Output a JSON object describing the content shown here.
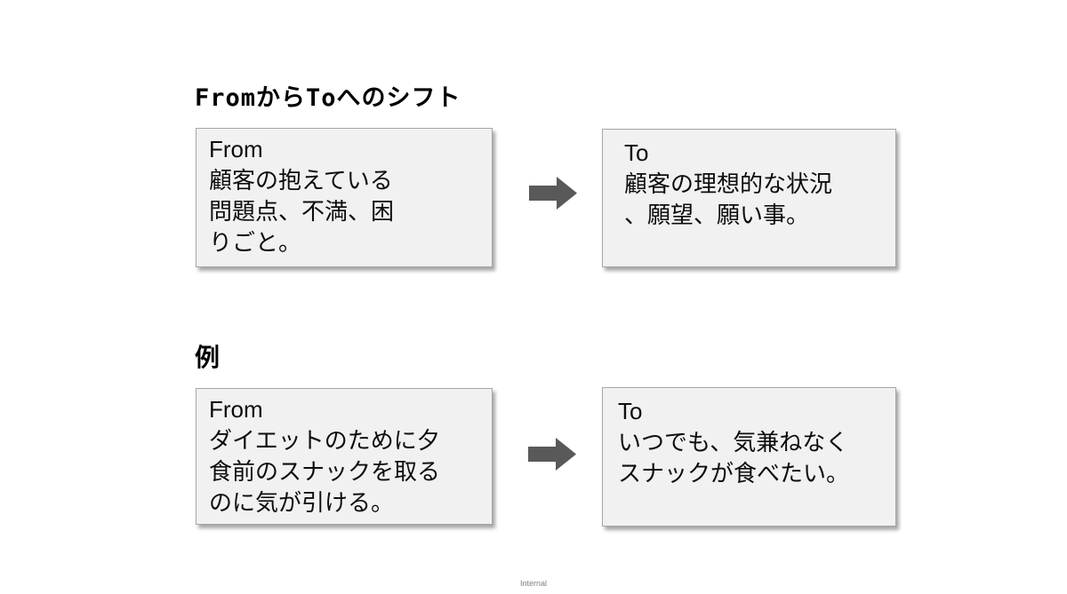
{
  "header": {
    "title": "FromからToへのシフト"
  },
  "sections": {
    "shift": {
      "from_text": "From\n顧客の抱えている\n問題点、不満、困\nりごと。",
      "to_text": "To\n顧客の理想的な状況\n、願望、願い事。"
    },
    "example": {
      "label": "例",
      "from_text": "From\nダイエットのために夕\n食前のスナックを取る\nのに気が引ける。",
      "to_text": "To\nいつでも、気兼ねなく\nスナックが食べたい。"
    }
  },
  "footer": {
    "classification": "Internal"
  },
  "icons": {
    "arrow": "arrow-right-icon"
  },
  "colors": {
    "background": "#ffffff",
    "box_fill": "#f1f1f1",
    "box_border": "#a6a6a6",
    "arrow_fill": "#595959",
    "text": "#000000",
    "footer_text": "#808080"
  }
}
